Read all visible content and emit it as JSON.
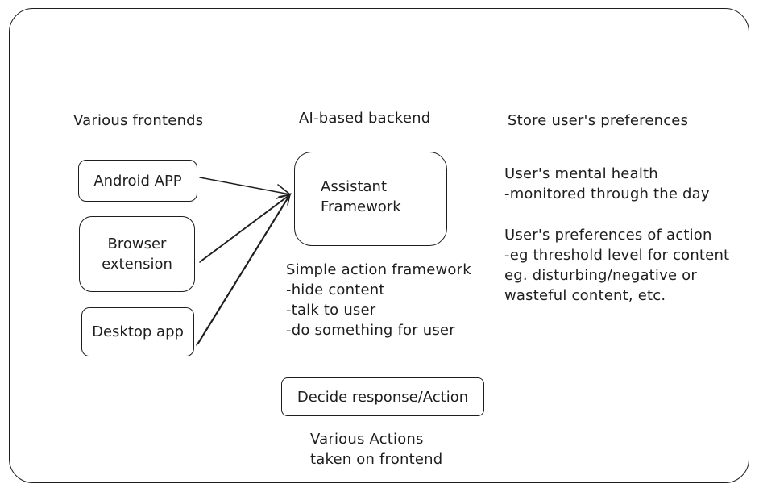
{
  "headings": {
    "frontends": "Various frontends",
    "backend": "AI-based backend",
    "preferences": "Store user's preferences"
  },
  "frontends": {
    "android": "Android APP",
    "browser": [
      "Browser",
      "extension"
    ],
    "desktop": "Desktop app"
  },
  "backend": {
    "framework": [
      "Assistant",
      "Framework"
    ],
    "actions": [
      "Simple action framework",
      "-hide content",
      "-talk to user",
      "-do something for user"
    ],
    "decide": "Decide response/Action",
    "taken": [
      "Various Actions",
      "taken on frontend"
    ]
  },
  "preferences": {
    "mental_health": [
      "User's mental health",
      "-monitored through the day"
    ],
    "action_prefs": [
      "User's preferences of action",
      "-eg threshold level for content",
      "eg. disturbing/negative or",
      "wasteful content, etc."
    ]
  }
}
